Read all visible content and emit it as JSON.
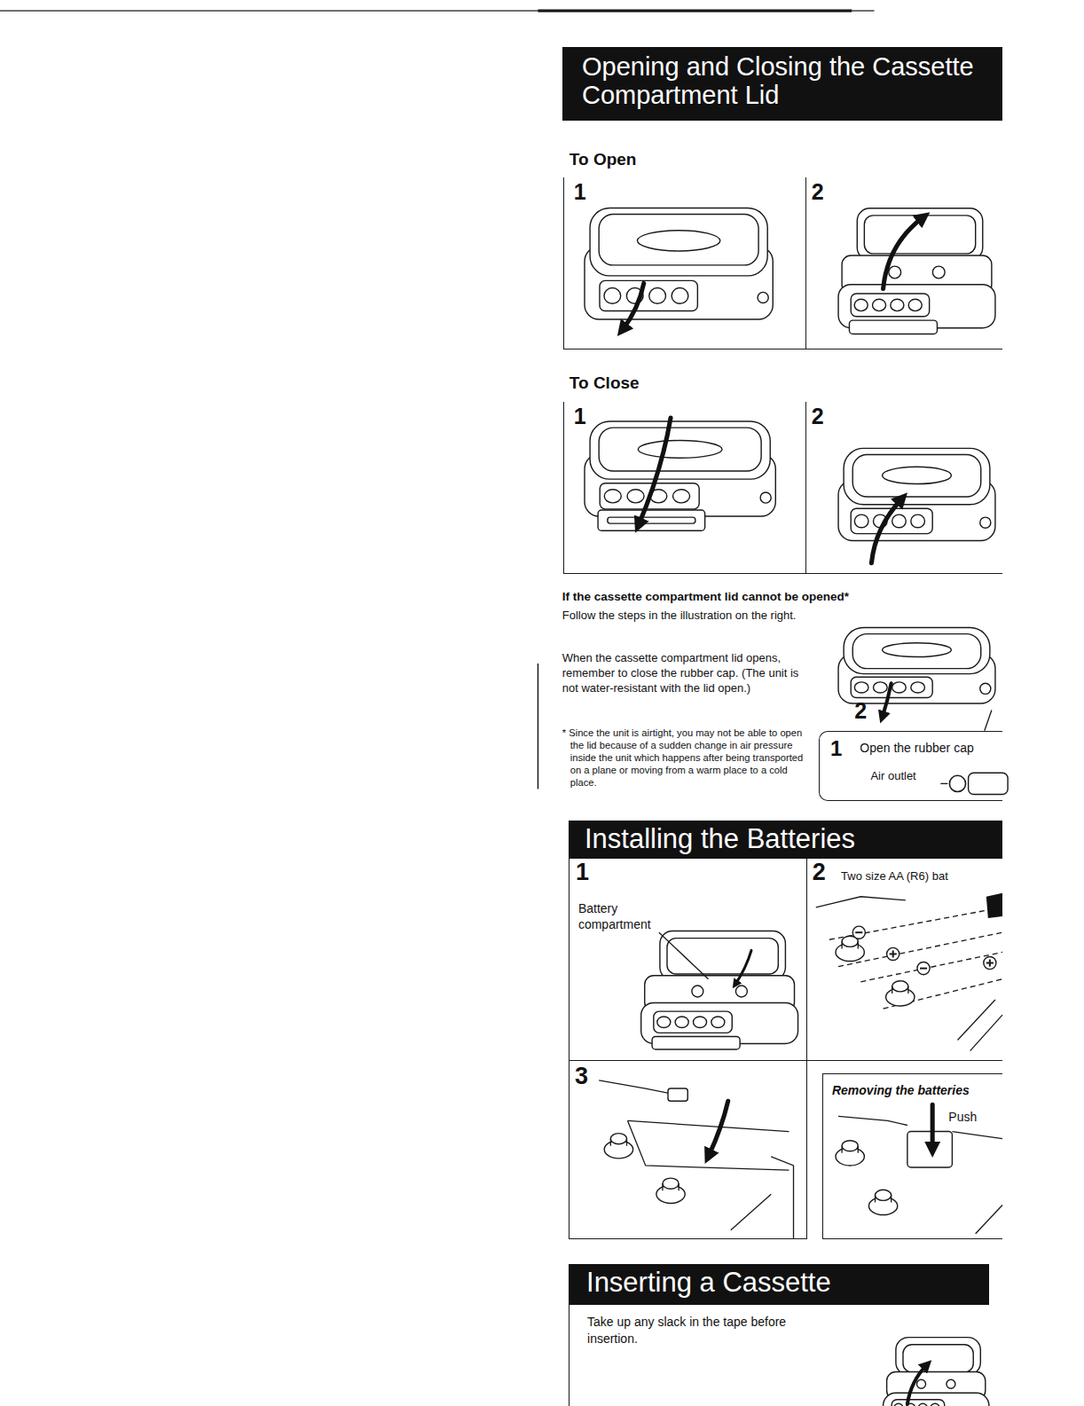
{
  "diagram": {
    "nodes": [
      {
        "text": [
          "Opening and Closing the Cassette Compartment Lid"
        ]
      },
      {
        "text": [
          "To Open"
        ]
      },
      {
        "text": [
          "1"
        ],
        "in": 1
      },
      {
        "text": [
          "2"
        ],
        "in": 1
      },
      {
        "text": [
          "To Close"
        ]
      },
      {
        "text": [
          "1"
        ],
        "in": 4
      },
      {
        "text": [
          "2"
        ],
        "in": 4
      },
      {
        "text": [
          "1",
          "Open the rubber cap",
          "Air outlet"
        ]
      },
      {
        "text": [
          "Installing the Batteries"
        ]
      },
      {
        "text": [
          "1",
          "Battery compartment"
        ]
      },
      {
        "text": [
          "2",
          "Two size AA (R6) bat"
        ]
      },
      {
        "text": [
          "3"
        ]
      },
      {
        "text": [
          "Removing the batteries",
          "Push"
        ]
      },
      {
        "text": [
          "Inserting a Cassette"
        ]
      },
      {
        "text": [
          "Take up any slack in the tape before insertion."
        ]
      }
    ],
    "labels": [
      "If the cassette compartment lid cannot be opened*",
      "Follow the steps in the illustration on the right.",
      "When the cassette compartment lid opens, remember to close the rubber cap. (The unit is not water-resistant with the lid open.)",
      "* Since the unit is airtight, you may not be able to open the lid because of a sudden change in air pressure inside the unit which happens after being transported on a plane or moving from a warm place to a cold place.",
      "2"
    ]
  }
}
